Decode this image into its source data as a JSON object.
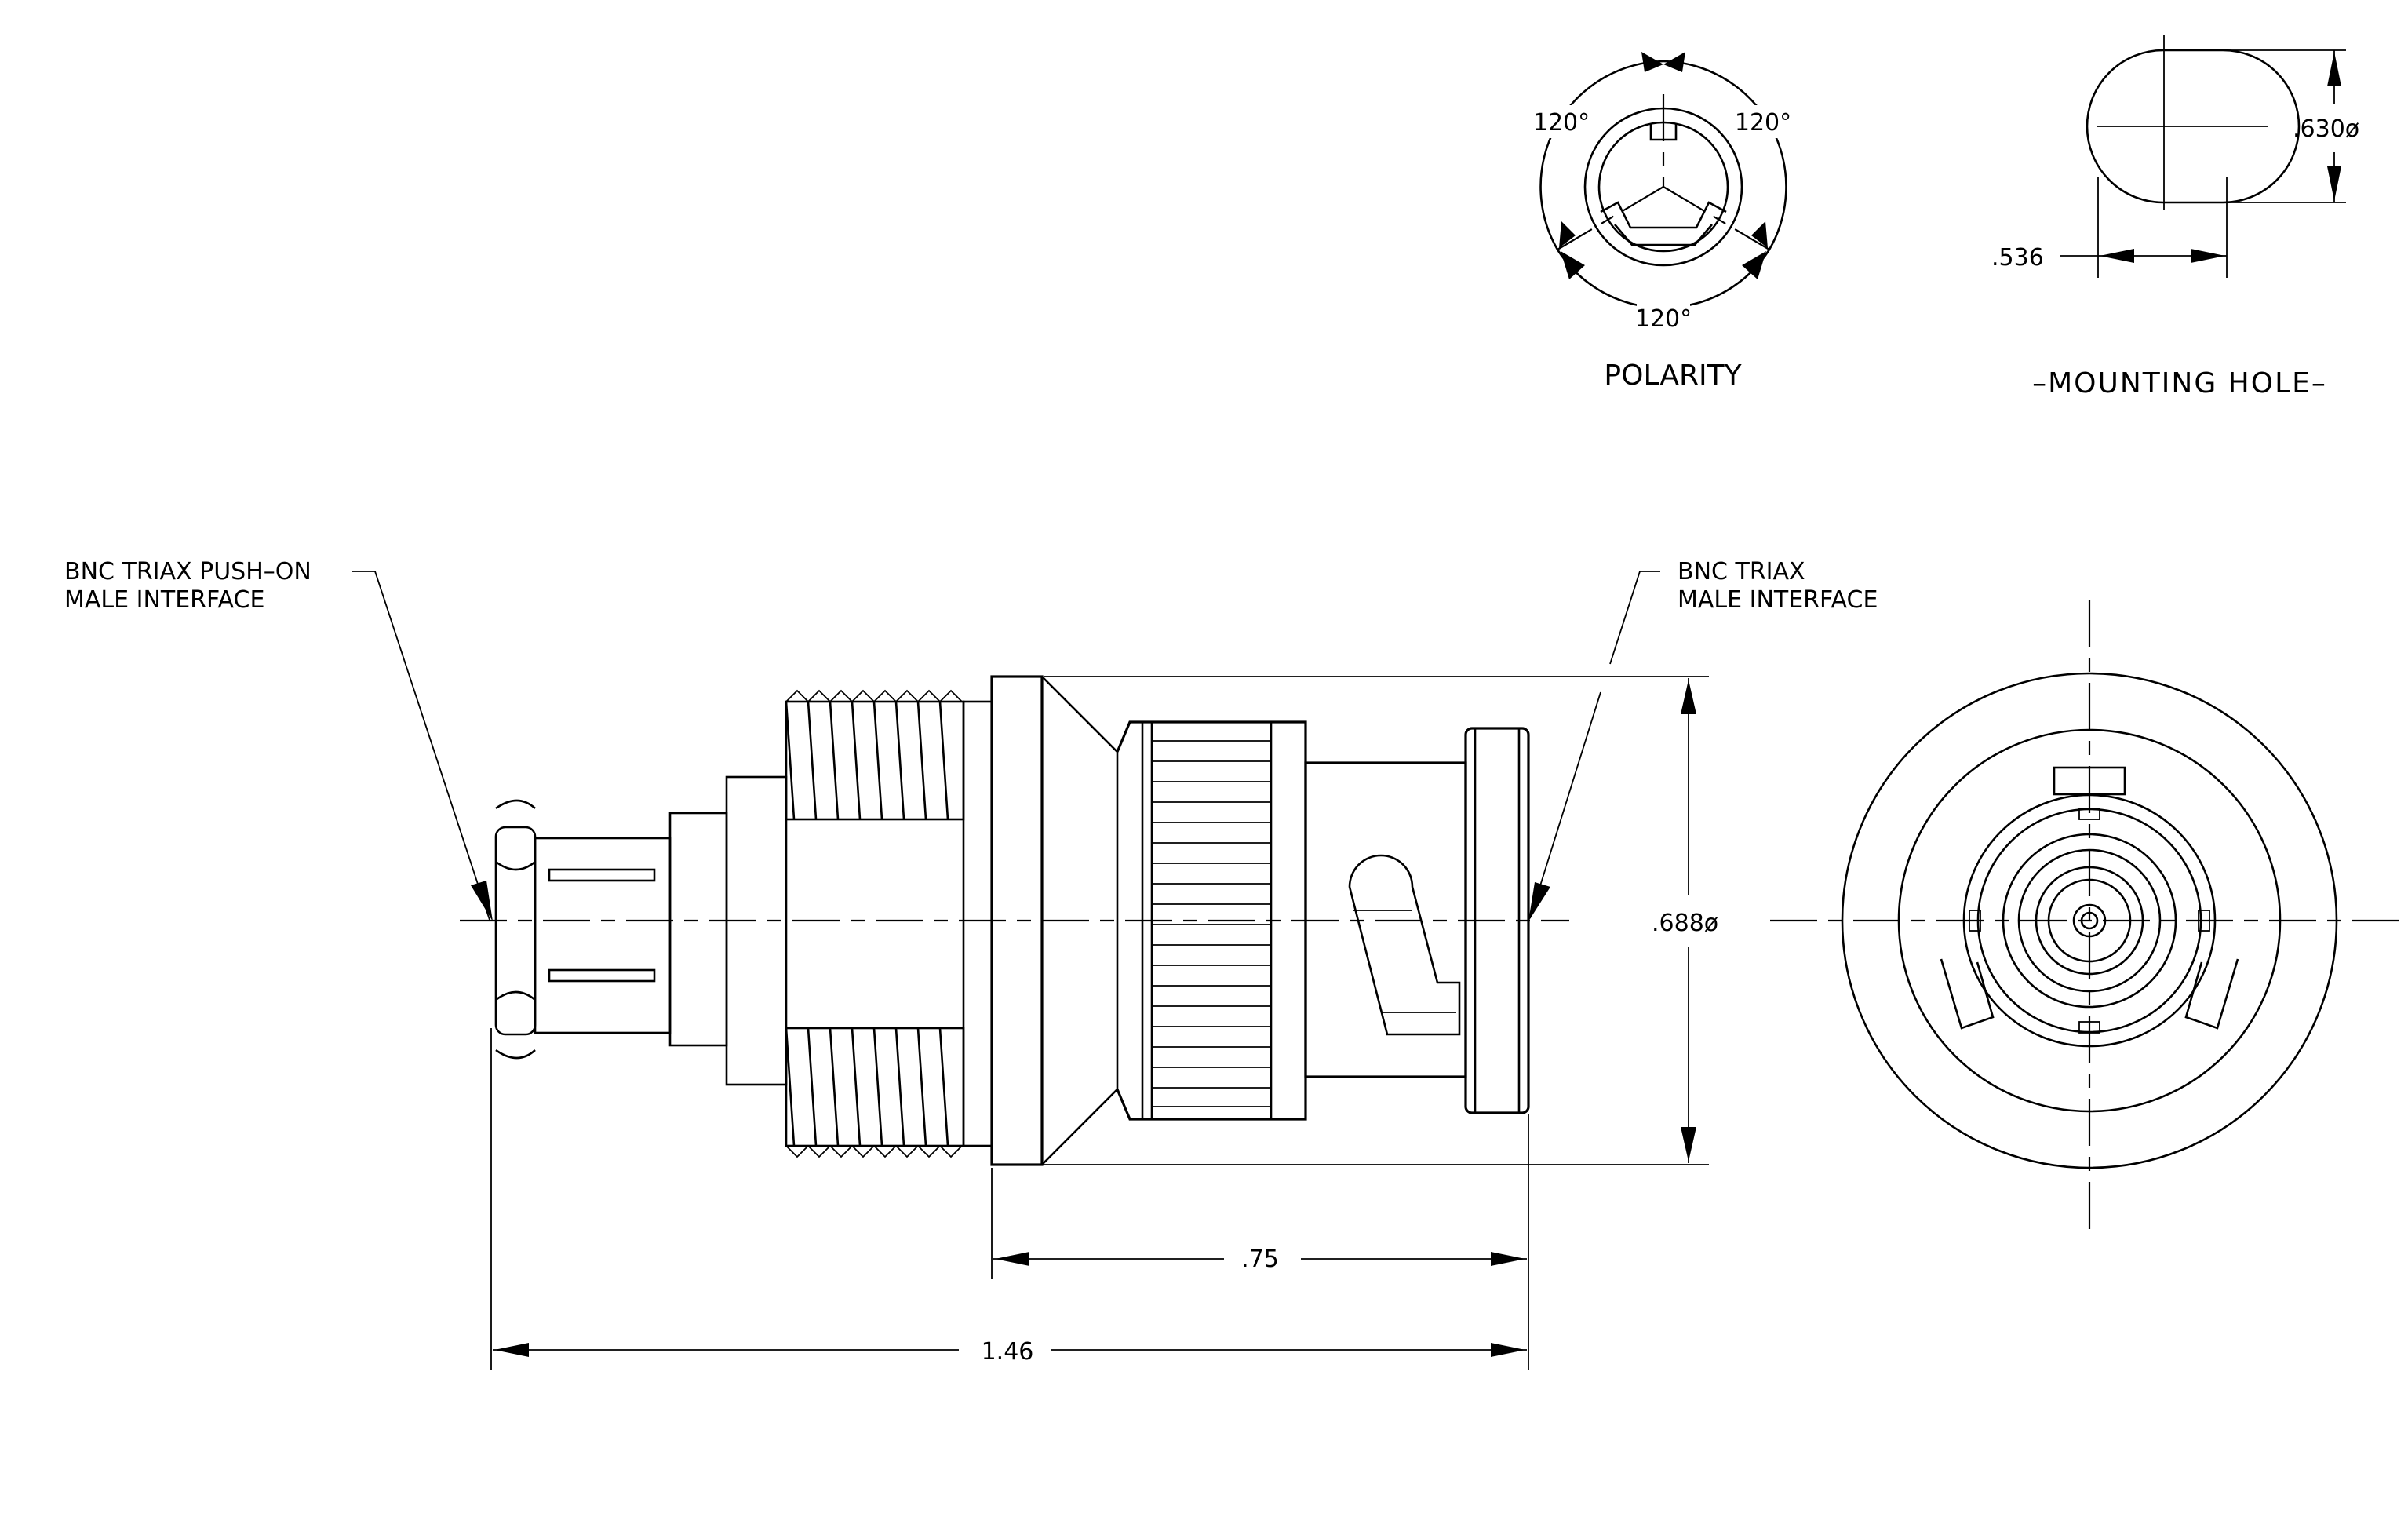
{
  "polarity": {
    "title": "POLARITY",
    "angle_top_left": "120°",
    "angle_top_right": "120°",
    "angle_bottom": "120°"
  },
  "mounting_hole": {
    "title": "–MOUNTING HOLE–",
    "height_dim": ".630ø",
    "width_dim": ".536"
  },
  "callouts": {
    "left_line1": "BNC TRIAX PUSH–ON",
    "left_line2": "MALE INTERFACE",
    "right_line1": "BNC TRIAX",
    "right_line2": "MALE INTERFACE"
  },
  "dimensions": {
    "body_diameter": ".688ø",
    "bayonet_length": ".75",
    "overall_length": "1.46"
  }
}
